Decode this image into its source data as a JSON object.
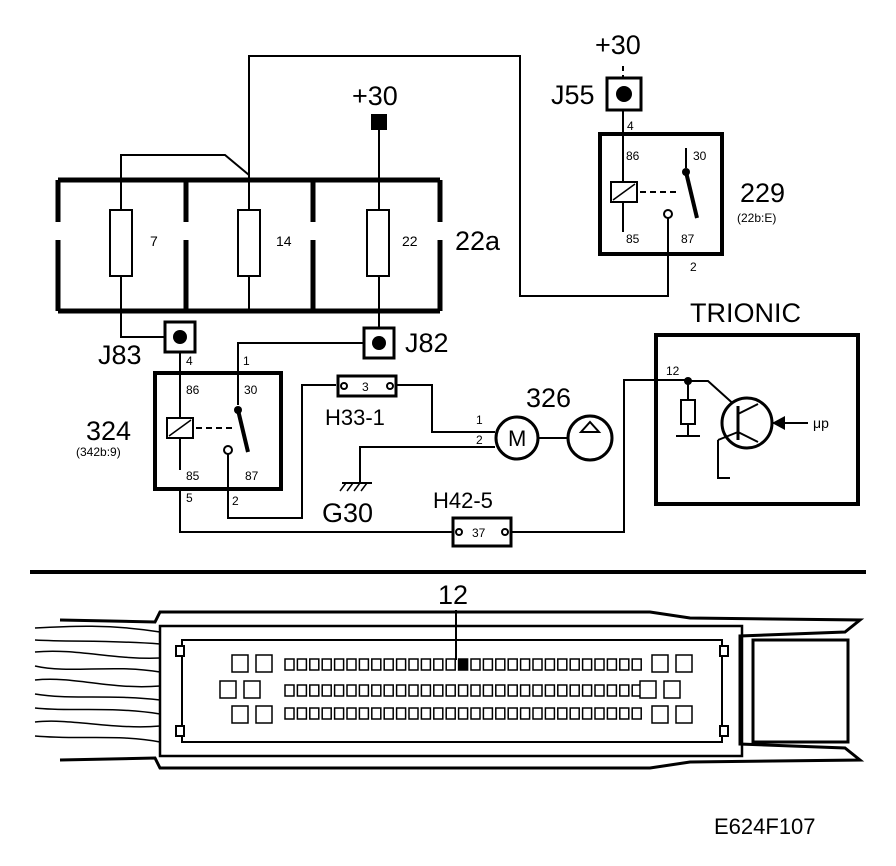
{
  "power": {
    "top_left": "+30",
    "top_right": "+30"
  },
  "fusebox": {
    "label": "22a",
    "fuses": [
      "7",
      "14",
      "22"
    ]
  },
  "connectors": {
    "j55": "J55",
    "j83": "J83",
    "j82": "J82",
    "h33": "H33-1",
    "h42": "H42-5",
    "g30": "G30"
  },
  "relay_229": {
    "label": "229",
    "ref": "(22b:E)",
    "pins": {
      "p86": "86",
      "p30": "30",
      "p85": "85",
      "p87": "87"
    },
    "wire_in": "4",
    "wire_out": "2"
  },
  "relay_324": {
    "label": "324",
    "ref": "(342b:9)",
    "pins": {
      "p86": "86",
      "p30": "30",
      "p85": "85",
      "p87": "87"
    },
    "wire_top_left": "4",
    "wire_top_right": "1",
    "wire_bot_left": "5",
    "wire_bot_right": "2"
  },
  "pins": {
    "h33_pin": "3",
    "h42_pin": "37",
    "motor_pin_1": "1",
    "motor_pin_2": "2",
    "trionic_pin": "12",
    "plug_pin": "12"
  },
  "pump": {
    "label": "326",
    "motor_symbol": "M"
  },
  "trionic": {
    "label": "TRIONIC",
    "mp": "μp"
  },
  "figure_id": "E624F107"
}
